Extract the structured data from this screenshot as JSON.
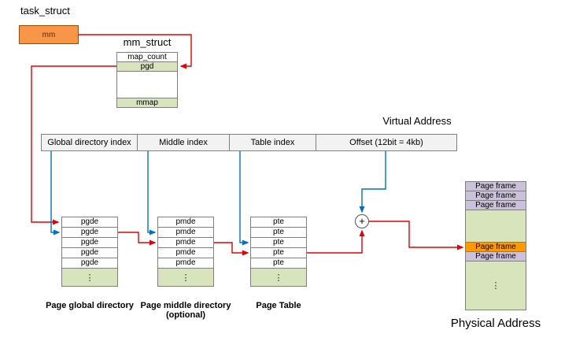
{
  "task_struct": {
    "title": "task_struct",
    "mm_label": "mm"
  },
  "mm_struct": {
    "title": "mm_struct",
    "row_map_count": "map_count",
    "row_pgd": "pgd",
    "row_mmap": "mmap"
  },
  "virtual_address": {
    "title": "Virtual Address",
    "fields": [
      "Global directory index",
      "Middle index",
      "Table index",
      "Offset (12bit = 4kb)"
    ]
  },
  "pgd_table": {
    "rows": [
      "pgde",
      "pgde",
      "pgde",
      "pgde",
      "pgde"
    ],
    "ellipsis": "⋮",
    "caption": "Page global directory"
  },
  "pmd_table": {
    "rows": [
      "pmde",
      "pmde",
      "pmde",
      "pmde",
      "pmde"
    ],
    "ellipsis": "⋮",
    "caption_line1": "Page middle directory",
    "caption_line2": "(optional)"
  },
  "pte_table": {
    "rows": [
      "pte",
      "pte",
      "pte",
      "pte",
      "pte"
    ],
    "ellipsis": "⋮",
    "caption": "Page Table"
  },
  "adder": {
    "symbol": "+"
  },
  "physical_address": {
    "rows_top": [
      "Page frame",
      "Page frame",
      "Page frame"
    ],
    "highlighted_row": "Page frame",
    "row_below_highlight": "Page frame",
    "ellipsis": "⋮",
    "caption": "Physical Address"
  },
  "colors": {
    "mm_box_fill": "#f79646",
    "green_fill": "#d7e4bc",
    "lavender_fill": "#ccc1da",
    "highlight_fill": "#ff9900",
    "pointer_arrow": "#e60000",
    "index_arrow": "#0070c0"
  }
}
